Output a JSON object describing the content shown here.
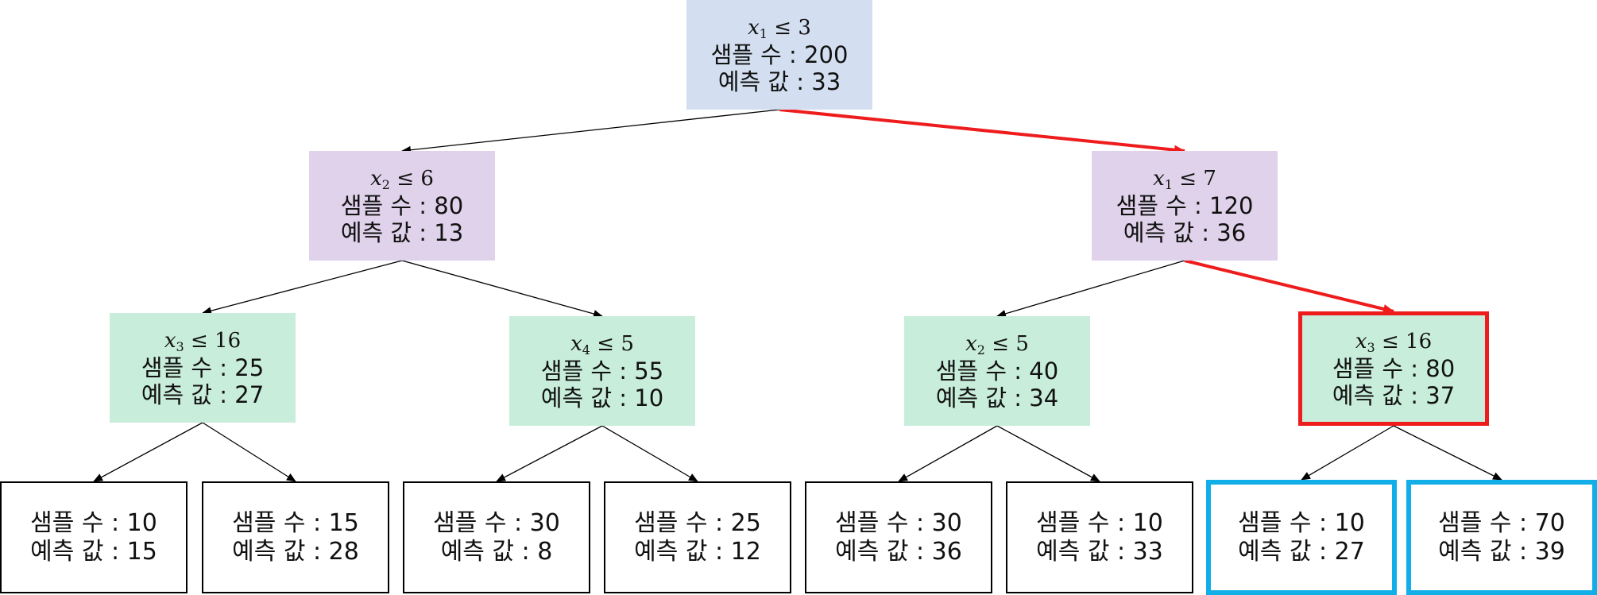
{
  "labels": {
    "samples": "샘플 수",
    "prediction": "예측 값"
  },
  "colors": {
    "root_fill": "#d3dff1",
    "depth1_fill": "#dfd2ea",
    "depth2_fill": "#c8eddb",
    "leaf_fill": "#ffffff",
    "edge": "#000000",
    "decision_path": "#ee1c1c",
    "selected_leaf_border": "#12aee8"
  },
  "nodes": {
    "root": {
      "feature": "x",
      "index": "1",
      "op": "≤",
      "threshold": "3",
      "samples": "샘플 수 : 200",
      "prediction": "예측 값 : 33"
    },
    "n_l": {
      "feature": "x",
      "index": "2",
      "op": "≤",
      "threshold": "6",
      "samples": "샘플 수 : 80",
      "prediction": "예측 값 : 13"
    },
    "n_r": {
      "feature": "x",
      "index": "1",
      "op": "≤",
      "threshold": "7",
      "samples": "샘플 수 : 120",
      "prediction": "예측 값 : 36",
      "on_path": true
    },
    "n_ll": {
      "feature": "x",
      "index": "3",
      "op": "≤",
      "threshold": "16",
      "samples": "샘플 수 : 25",
      "prediction": "예측 값 : 27"
    },
    "n_lr": {
      "feature": "x",
      "index": "4",
      "op": "≤",
      "threshold": "5",
      "samples": "샘플 수 : 55",
      "prediction": "예측 값 : 10"
    },
    "n_rl": {
      "feature": "x",
      "index": "2",
      "op": "≤",
      "threshold": "5",
      "samples": "샘플 수 : 40",
      "prediction": "예측 값 : 34"
    },
    "n_rr": {
      "feature": "x",
      "index": "3",
      "op": "≤",
      "threshold": "16",
      "samples": "샘플 수 : 80",
      "prediction": "예측 값 : 37",
      "on_path": true
    },
    "leaf1": {
      "samples": "샘플 수 : 10",
      "prediction": "예측 값 : 15"
    },
    "leaf2": {
      "samples": "샘플 수 : 15",
      "prediction": "예측 값 : 28"
    },
    "leaf3": {
      "samples": "샘플 수 : 30",
      "prediction": "예측 값 : 8"
    },
    "leaf4": {
      "samples": "샘플 수 : 25",
      "prediction": "예측 값 : 12"
    },
    "leaf5": {
      "samples": "샘플 수 : 30",
      "prediction": "예측 값 : 36"
    },
    "leaf6": {
      "samples": "샘플 수 : 10",
      "prediction": "예측 값 : 33"
    },
    "leaf7": {
      "samples": "샘플 수 : 10",
      "prediction": "예측 값 : 27",
      "highlighted": true
    },
    "leaf8": {
      "samples": "샘플 수 : 70",
      "prediction": "예측 값 : 39",
      "highlighted": true
    }
  },
  "edges": [
    {
      "from": "root",
      "to": "n_l",
      "on_path": false
    },
    {
      "from": "root",
      "to": "n_r",
      "on_path": true
    },
    {
      "from": "n_l",
      "to": "n_ll",
      "on_path": false
    },
    {
      "from": "n_l",
      "to": "n_lr",
      "on_path": false
    },
    {
      "from": "n_r",
      "to": "n_rl",
      "on_path": false
    },
    {
      "from": "n_r",
      "to": "n_rr",
      "on_path": true
    },
    {
      "from": "n_ll",
      "to": "leaf1",
      "on_path": false
    },
    {
      "from": "n_ll",
      "to": "leaf2",
      "on_path": false
    },
    {
      "from": "n_lr",
      "to": "leaf3",
      "on_path": false
    },
    {
      "from": "n_lr",
      "to": "leaf4",
      "on_path": false
    },
    {
      "from": "n_rl",
      "to": "leaf5",
      "on_path": false
    },
    {
      "from": "n_rl",
      "to": "leaf6",
      "on_path": false
    },
    {
      "from": "n_rr",
      "to": "leaf7",
      "on_path": false
    },
    {
      "from": "n_rr",
      "to": "leaf8",
      "on_path": false
    }
  ]
}
